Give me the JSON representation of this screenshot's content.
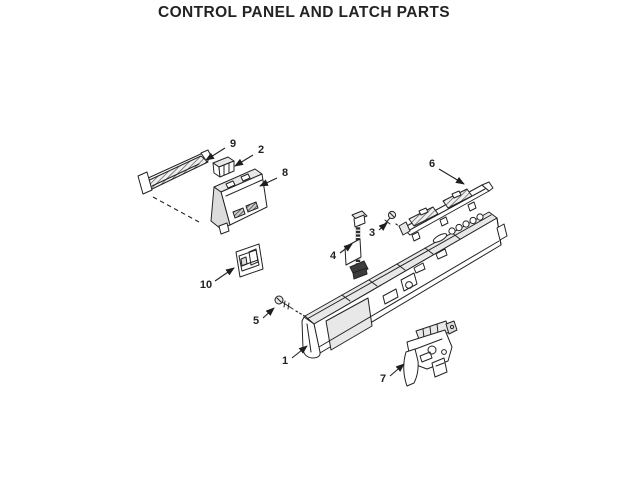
{
  "title": "CONTROL PANEL AND LATCH PARTS",
  "colors": {
    "line": "#232323",
    "background": "#ffffff",
    "shade": "#e8e8e8"
  },
  "diagram": {
    "description": "Exploded parts diagram with numbered callouts",
    "callouts": {
      "c1": {
        "number": "1"
      },
      "c2": {
        "number": "2"
      },
      "c3": {
        "number": "3"
      },
      "c4": {
        "number": "4"
      },
      "c5": {
        "number": "5"
      },
      "c6": {
        "number": "6"
      },
      "c7": {
        "number": "7"
      },
      "c8": {
        "number": "8"
      },
      "c9": {
        "number": "9"
      },
      "c10": {
        "number": "10"
      }
    }
  }
}
